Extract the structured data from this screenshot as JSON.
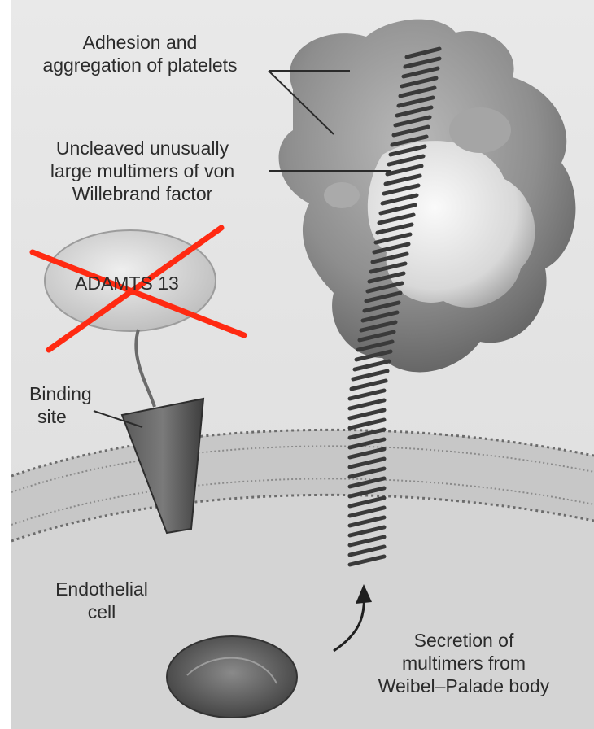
{
  "labels": {
    "adhesion": [
      "Adhesion and",
      "aggregation of platelets"
    ],
    "uncleaved": [
      "Uncleaved unusually",
      "large multimers of von",
      "Willebrand factor"
    ],
    "adamts": "ADAMTS 13",
    "binding": [
      "Binding",
      "site"
    ],
    "endothelial": [
      "Endothelial",
      "cell"
    ],
    "secretion": [
      "Secretion of",
      "multimers from",
      "Weibel–Palade body"
    ]
  },
  "colors": {
    "cross": "#ff2a12",
    "background": "#ececec",
    "platelet": "#9a9a9a",
    "membrane": "#c9c9c9",
    "ink": "#2b2b2b"
  }
}
